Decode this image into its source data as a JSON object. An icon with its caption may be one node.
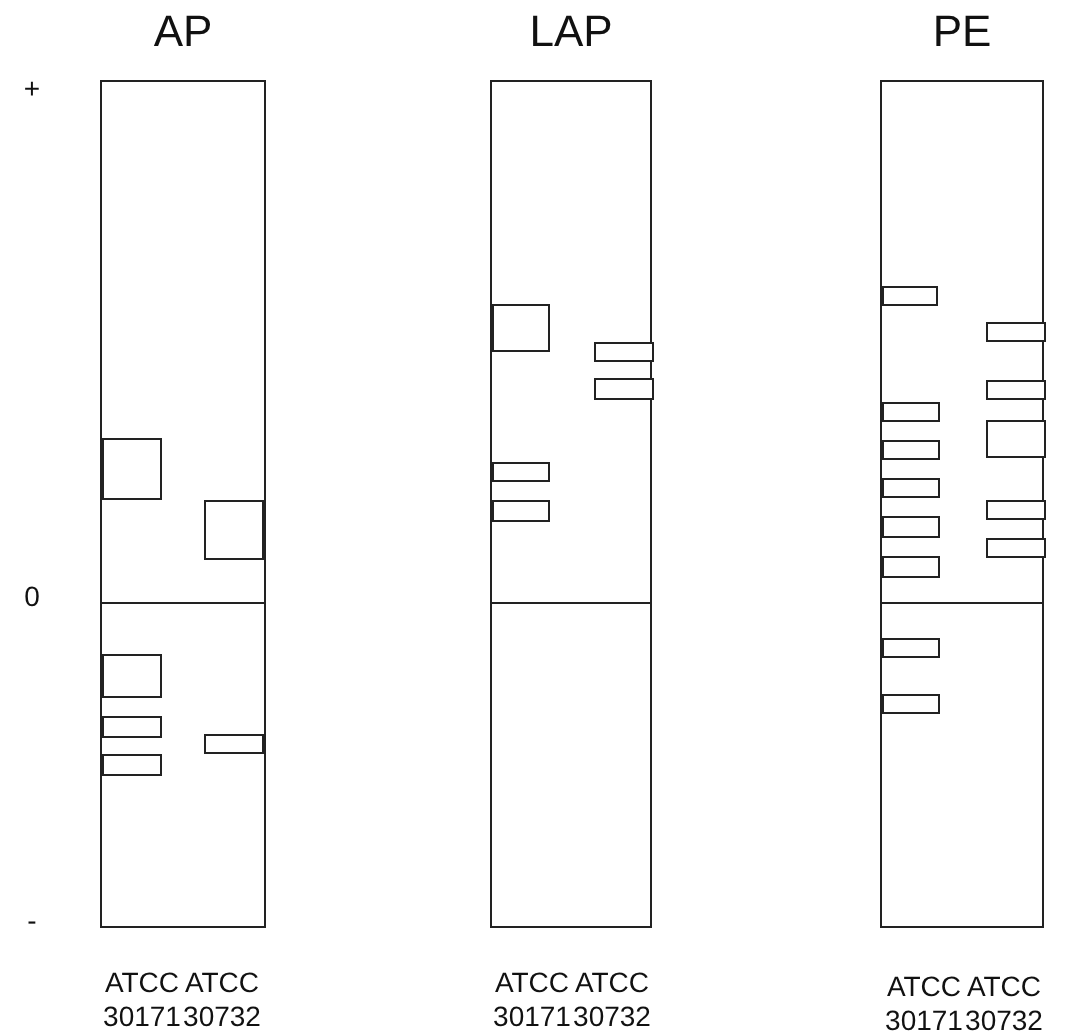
{
  "diagram": {
    "nodes": [
      {
        "text": [
          "AP"
        ]
      },
      {
        "text": [],
        "shape": "bar",
        "in": 0
      },
      {
        "text": [],
        "shape": "bar",
        "in": 0
      },
      {
        "text": [],
        "shape": "bar",
        "in": 0
      },
      {
        "text": [],
        "shape": "bar",
        "in": 0
      },
      {
        "text": [],
        "shape": "bar",
        "in": 0
      },
      {
        "text": [],
        "shape": "bar",
        "in": 0
      },
      {
        "text": [
          "LAP"
        ]
      },
      {
        "text": [],
        "shape": "bar",
        "in": 7
      },
      {
        "text": [],
        "shape": "bar",
        "in": 7
      },
      {
        "text": [],
        "shape": "bar",
        "in": 7
      },
      {
        "text": [],
        "shape": "bar",
        "in": 7
      },
      {
        "text": [],
        "shape": "bar",
        "in": 7
      },
      {
        "text": [
          "PE"
        ]
      },
      {
        "text": [],
        "shape": "bar",
        "in": 13
      },
      {
        "text": [],
        "shape": "bar",
        "in": 13
      },
      {
        "text": [],
        "shape": "bar",
        "in": 13
      },
      {
        "text": [],
        "shape": "bar",
        "in": 13
      },
      {
        "text": [],
        "shape": "bar",
        "in": 13
      },
      {
        "text": [],
        "shape": "bar",
        "in": 13
      },
      {
        "text": [],
        "shape": "bar",
        "in": 13
      },
      {
        "text": [],
        "shape": "bar",
        "in": 13
      },
      {
        "text": [],
        "shape": "bar",
        "in": 13
      },
      {
        "text": [],
        "shape": "bar",
        "in": 13
      },
      {
        "text": [],
        "shape": "bar",
        "in": 13
      },
      {
        "text": [],
        "shape": "bar",
        "in": 13
      },
      {
        "text": [],
        "shape": "bar",
        "in": 13
      }
    ],
    "labels": [
      "+",
      "0",
      "-",
      "ATCC 30171",
      "ATCC 30732",
      "ATCC 30171",
      "ATCC 30732",
      "ATCC 30171",
      "ATCC 30732"
    ]
  }
}
